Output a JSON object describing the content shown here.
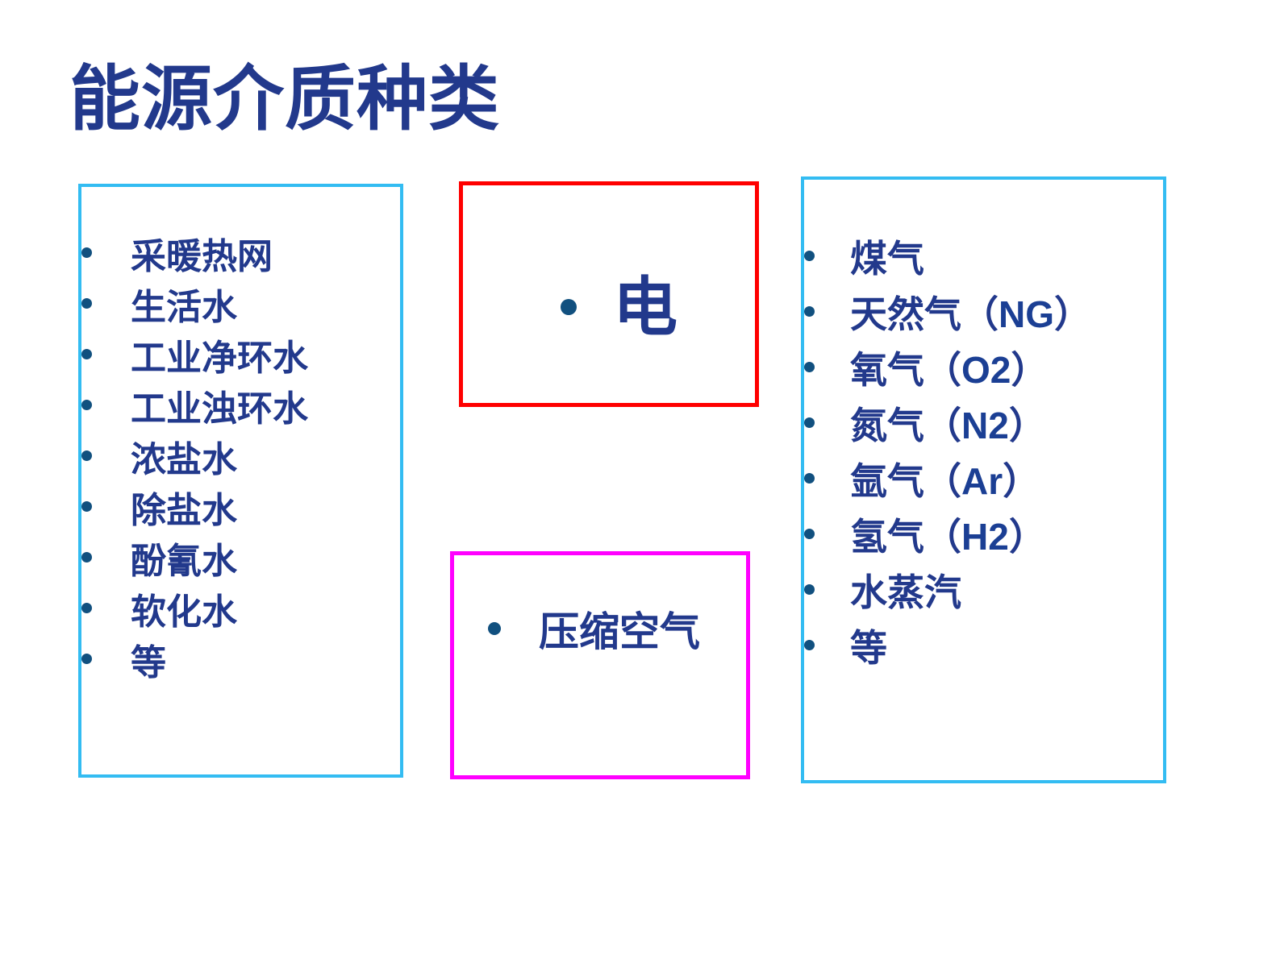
{
  "slide": {
    "title": "能源介质种类"
  },
  "colors": {
    "text": "#22398C",
    "bullet": "#11507F",
    "cyan_border": "#33BCF2",
    "red_border": "#FF0000",
    "magenta_border": "#FF00FF",
    "background": "#FFFFFF"
  },
  "left_box": {
    "items": [
      "采暖热网",
      "生活水",
      "工业净环水",
      "工业浊环水",
      "浓盐水",
      "除盐水",
      "酚氰水",
      "软化水",
      "等"
    ]
  },
  "electricity_box": {
    "label": "电"
  },
  "compressed_air_box": {
    "label": "压缩空气"
  },
  "right_box": {
    "items": [
      {
        "pre": "煤气",
        "latin": "",
        "post": ""
      },
      {
        "pre": "天然气（",
        "latin": "NG",
        "post": "）"
      },
      {
        "pre": "氧气（",
        "latin": "O2",
        "post": "）"
      },
      {
        "pre": "氮气（",
        "latin": "N2",
        "post": "）"
      },
      {
        "pre": "氩气（",
        "latin": "Ar",
        "post": "）"
      },
      {
        "pre": "氢气（",
        "latin": "H2",
        "post": "）"
      },
      {
        "pre": "水蒸汽",
        "latin": "",
        "post": ""
      },
      {
        "pre": "等",
        "latin": "",
        "post": ""
      }
    ]
  }
}
